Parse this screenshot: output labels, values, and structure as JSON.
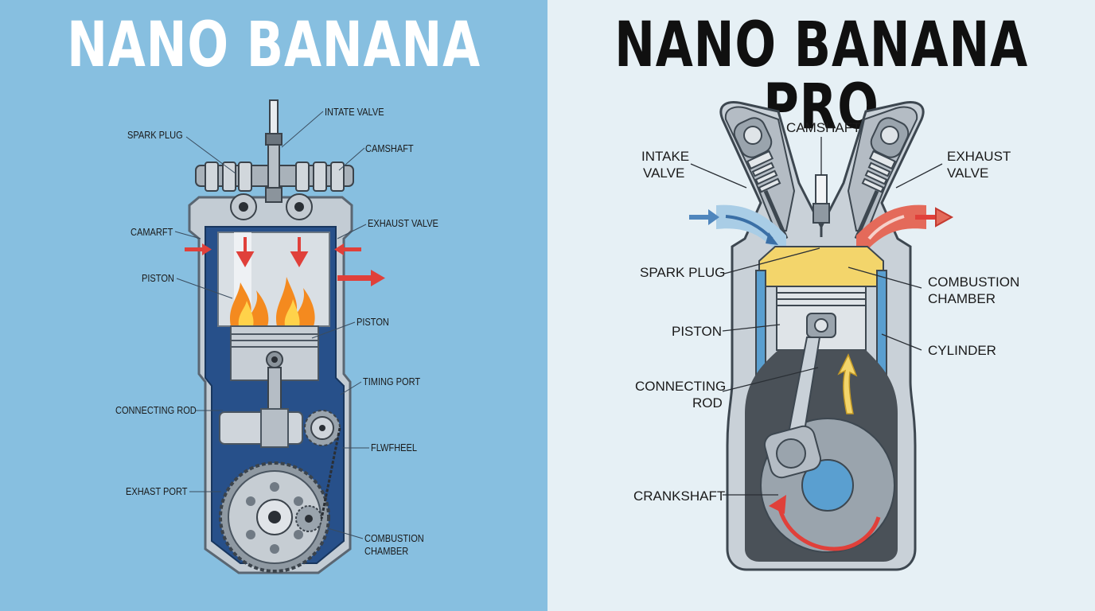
{
  "left_panel": {
    "title": "NANO BANANA",
    "labels": {
      "spark_plug": "SPARK PLUG",
      "intake_valve": "INTATE VALVE",
      "camshaft": "CAMSHAFT",
      "camarft": "CAMARFT",
      "exhaust_valve": "EXHAUST VALVE",
      "piston_top": "PISTON",
      "piston_mid": "PISTON",
      "timing_port": "TIMING PORT",
      "connecting_rod": "CONNECTING ROD",
      "flywheel": "FLWFHEEL",
      "exhaust_port": "EXHAST PORT",
      "combustion_1": "COMBUSTION",
      "combustion_2": "CHAMBER"
    }
  },
  "right_panel": {
    "title": "NANO BANANA PRO",
    "labels": {
      "camshaft": "CAMSHAFT",
      "intake_1": "INTAKE",
      "intake_2": "VALVE",
      "exhaust_1": "EXHAUST",
      "exhaust_2": "VALVE",
      "spark_plug": "SPARK PLUG",
      "combustion_1": "COMBUSTION",
      "combustion_2": "CHAMBER",
      "piston": "PISTON",
      "cylinder": "CYLINDER",
      "connecting_1": "CONNECTING",
      "connecting_2": "ROD",
      "crankshaft": "CRANKSHAFT"
    }
  },
  "colors": {
    "left_bg": "#87bfe0",
    "right_bg": "#e6f0f5",
    "flow_red": "#e0403a",
    "flow_blue": "#5a9fd0",
    "combustion_yellow": "#f3d56b",
    "flame_orange": "#f48a1f"
  }
}
